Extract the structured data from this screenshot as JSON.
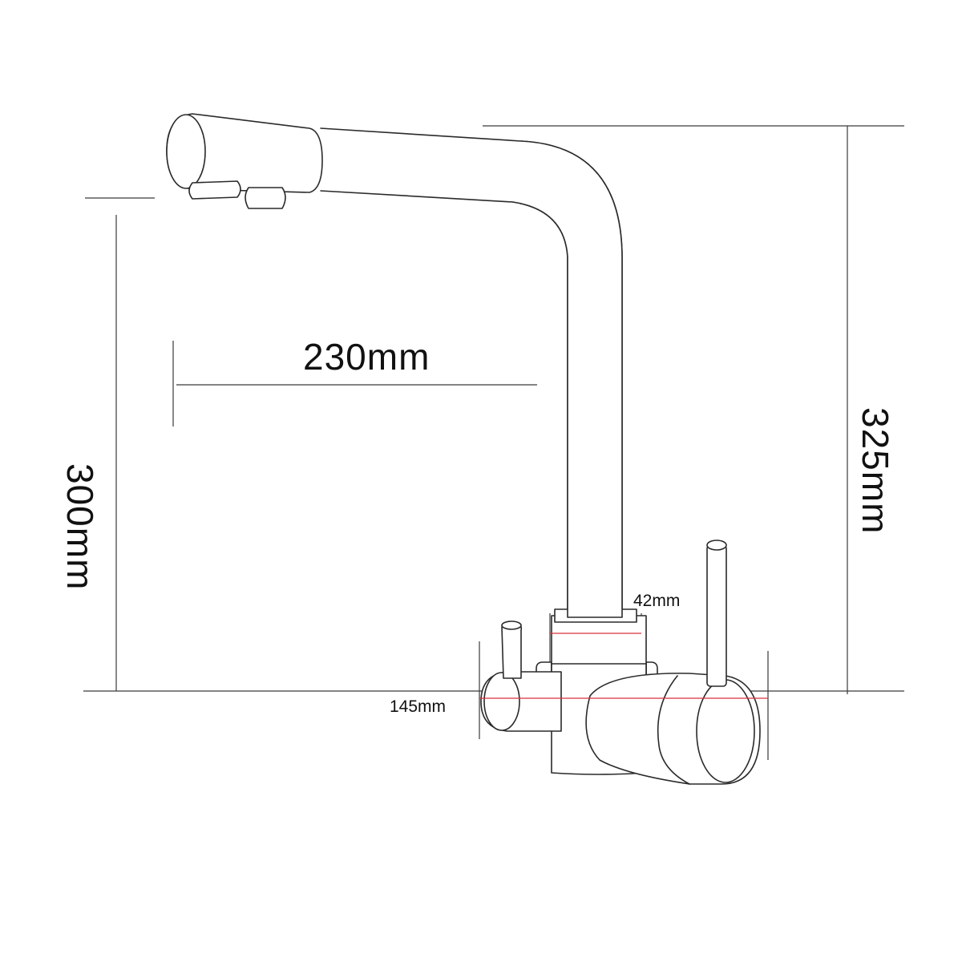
{
  "dimensions": {
    "spout_reach": "230mm",
    "spout_height": "300mm",
    "total_height": "325mm",
    "body_diameter": "42mm",
    "handle_span": "145mm"
  },
  "colors": {
    "outline": "#2a2a2a",
    "dimension_line": "#3a3a3a",
    "measure_mark": "#d9323a",
    "background": "#ffffff"
  }
}
